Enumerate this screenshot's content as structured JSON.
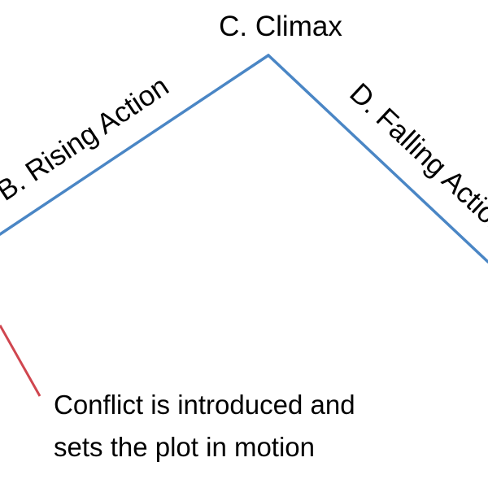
{
  "diagram": {
    "climax_label": "C. Climax",
    "rising_label": "B. Rising Action",
    "falling_label": "D. Falling Action",
    "annotation": {
      "line1": "Conflict is introduced and",
      "line2": "sets the plot in motion"
    }
  },
  "colors": {
    "plot_line": "#4a86c5",
    "annotation_line": "#d0464f",
    "text": "#000000",
    "background": "#ffffff"
  }
}
